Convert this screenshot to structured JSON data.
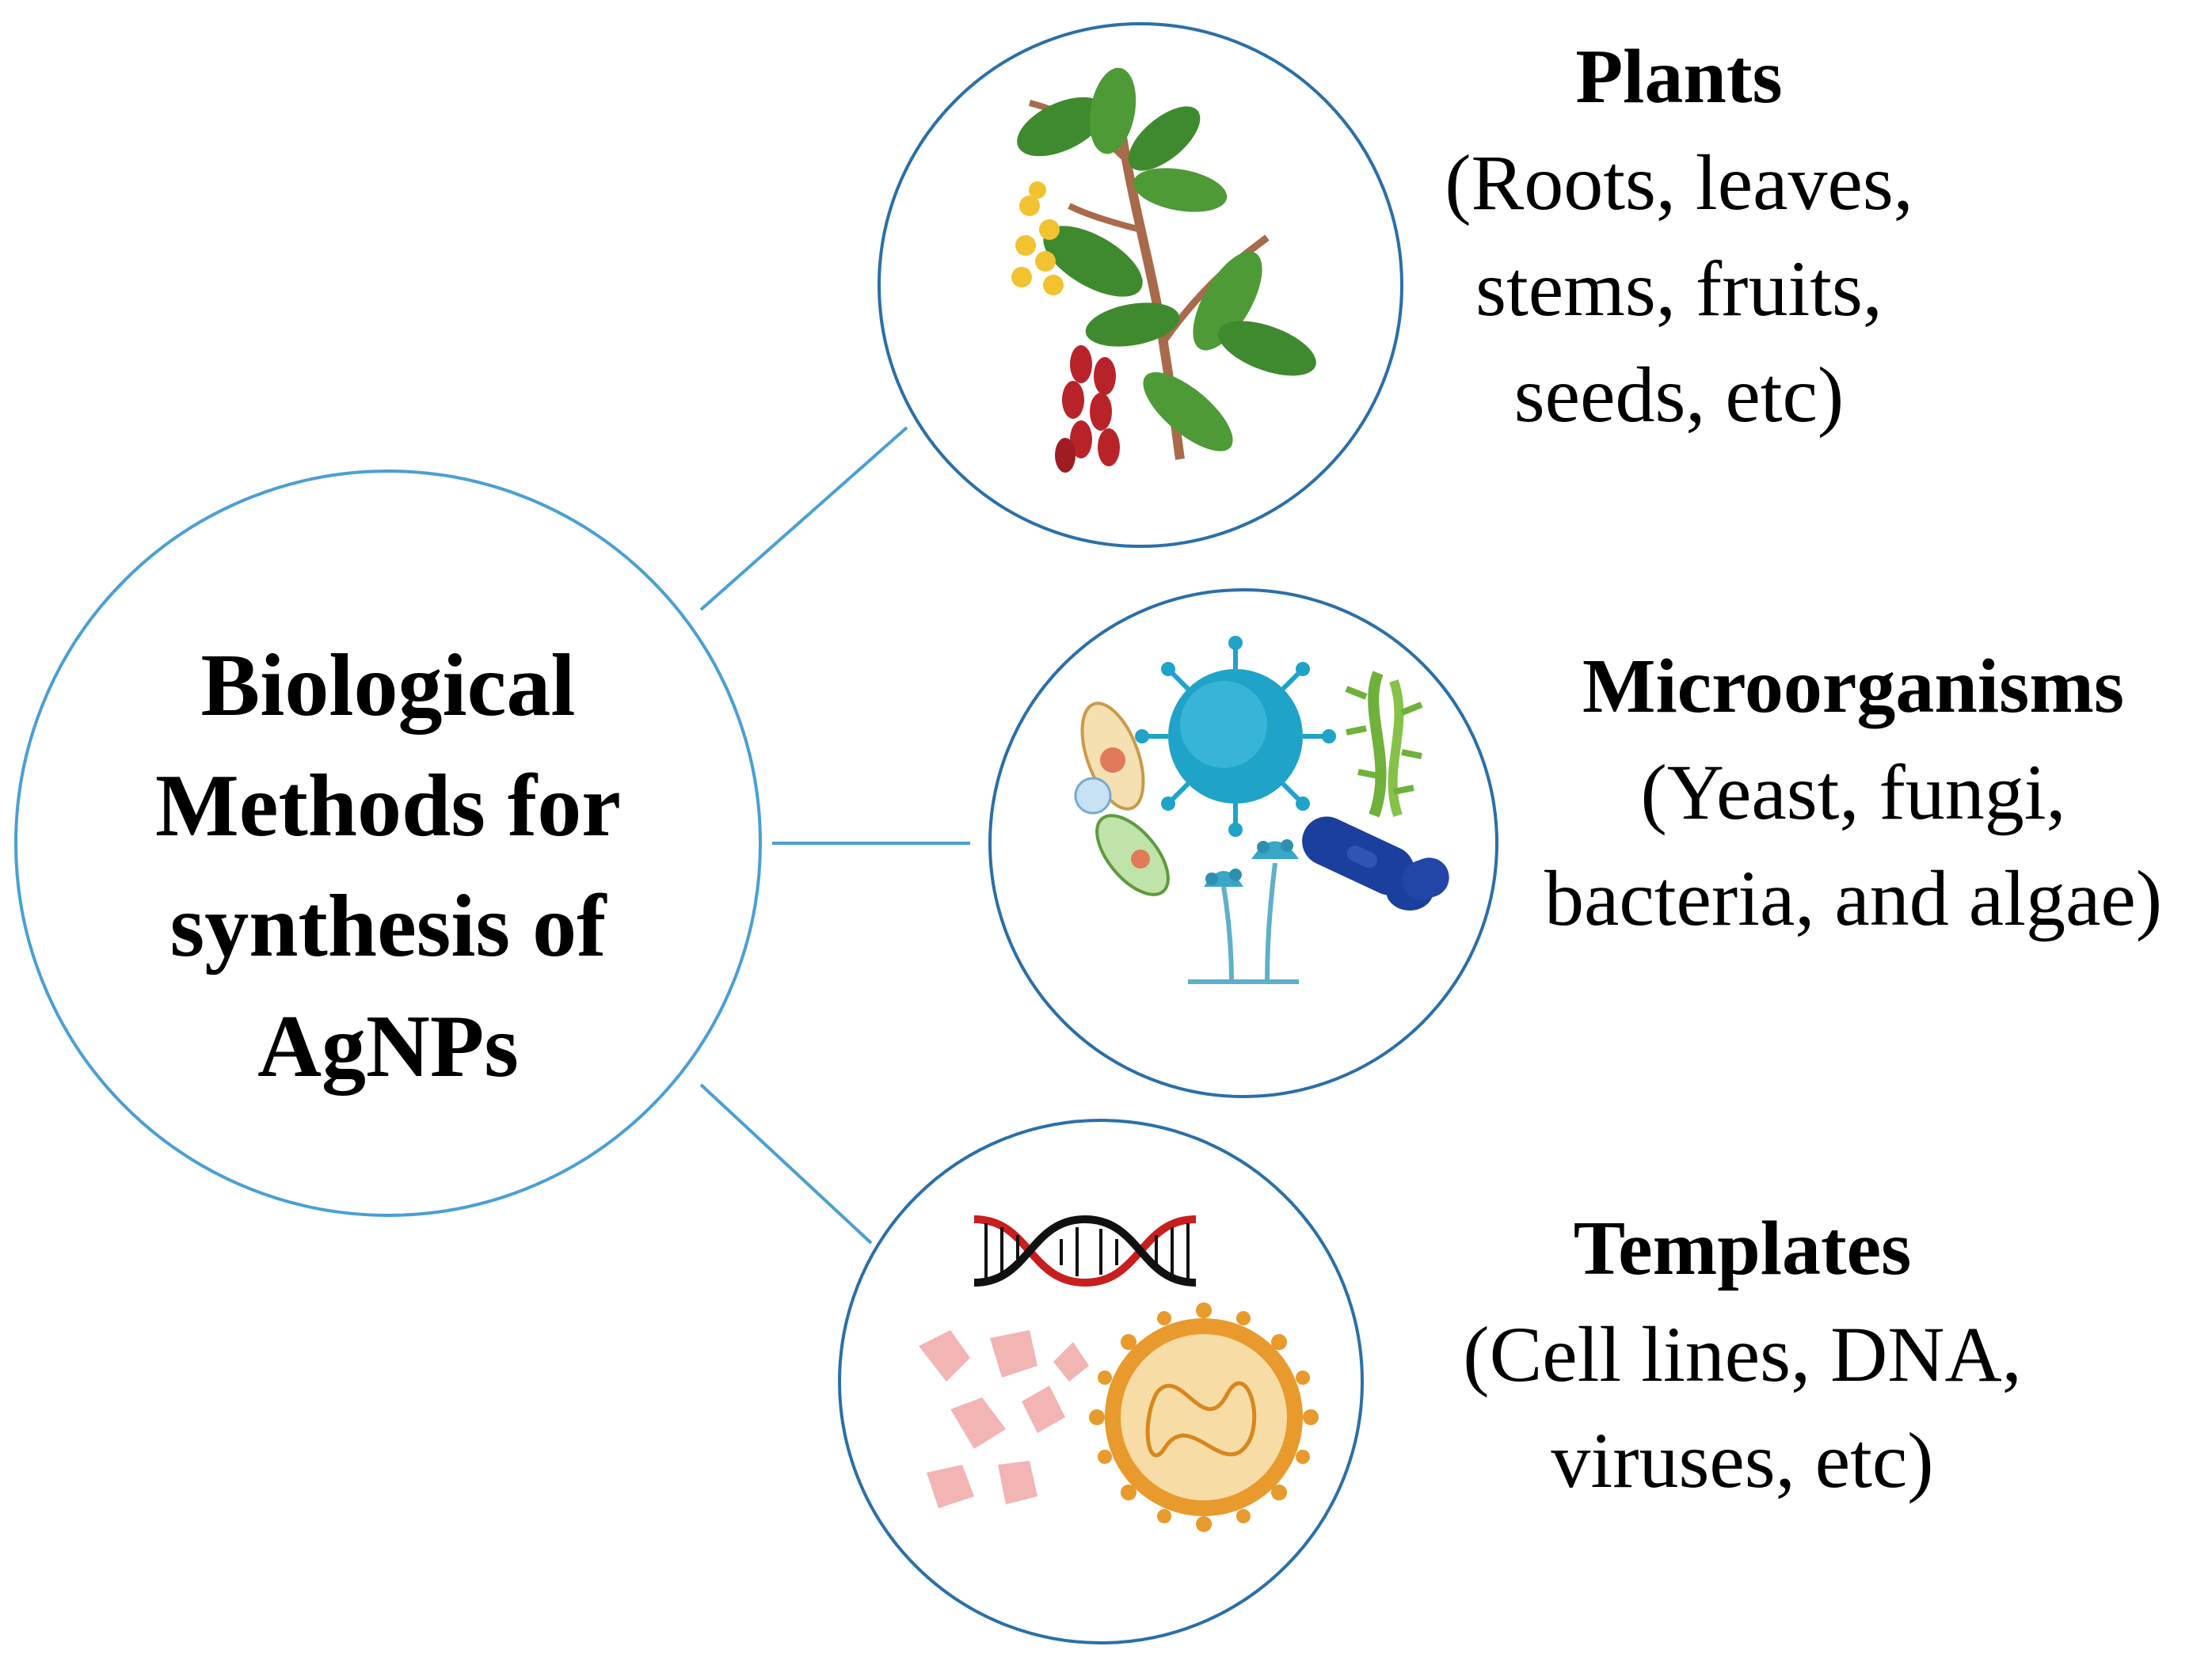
{
  "center": {
    "lines": [
      "Biological",
      "Methods for",
      "synthesis of",
      "AgNPs"
    ]
  },
  "branches": [
    {
      "title": "Plants",
      "lines": [
        "(Roots, leaves,",
        "stems, fruits,",
        "seeds, etc)"
      ],
      "icons": [
        "plant-branch-icon",
        "berries-icon",
        "flowers-icon"
      ]
    },
    {
      "title": "Microorganisms",
      "lines": [
        "(Yeast, fungi,",
        "bacteria, and algae)"
      ],
      "icons": [
        "virus-icon",
        "algae-icon",
        "bacteria-icon",
        "fungi-icon",
        "protozoa-icon"
      ]
    },
    {
      "title": "Templates",
      "lines": [
        "(Cell lines, DNA,",
        "viruses, etc)"
      ],
      "icons": [
        "dna-icon",
        "cell-lines-icon",
        "virus-particle-icon"
      ]
    }
  ],
  "colors": {
    "circle_stroke": "#4a9fd4",
    "connector": "#4a9fd4",
    "leaf": "#3f8a2e",
    "berry": "#b8232a",
    "flower": "#f2c230",
    "virus": "#1fa3c8",
    "bacteria": "#1a3f9c",
    "dna_red": "#c81e1e",
    "dna_black": "#111111",
    "cell": "#f2a8a8",
    "virion": "#e89a2c"
  }
}
